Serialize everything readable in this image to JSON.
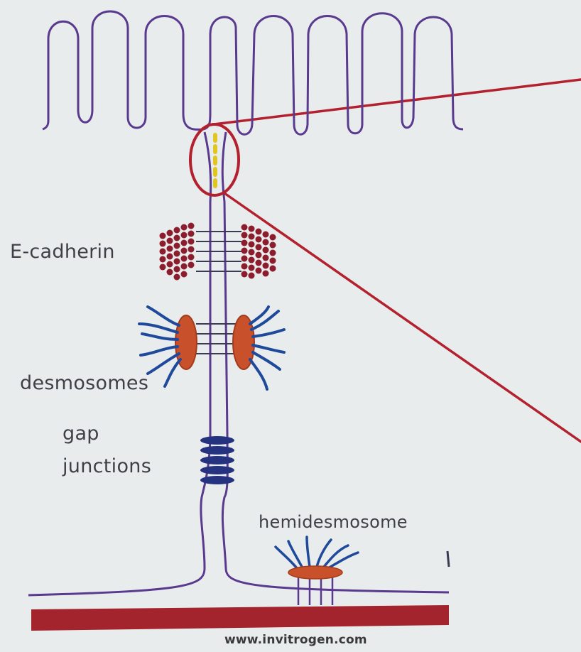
{
  "labels": {
    "e_cadherin": "E-cadherin",
    "desmosomes": "desmosomes",
    "gap": "gap",
    "junctions": "junctions",
    "hemidesmosome": "hemidesmosome",
    "source": "www.invitrogen.com"
  },
  "colors": {
    "background": "#e9ecec",
    "membrane": "#5a3a8e",
    "highlight": "#b3202e",
    "basement_membrane": "#a3242c",
    "cadherin_dots": "#8b1d2c",
    "desmosome_plaque": "#c8502a",
    "filaments": "#1f4a9c",
    "gap_junction": "#25327f",
    "tight_junction": "#e2c620",
    "label_text": "#3f3f48"
  },
  "icons": [
    "microvilli",
    "tight-junction",
    "e-cadherin-clusters",
    "desmosome-plaques",
    "gap-junction-channels",
    "hemidesmosome-plaque",
    "basement-membrane"
  ]
}
